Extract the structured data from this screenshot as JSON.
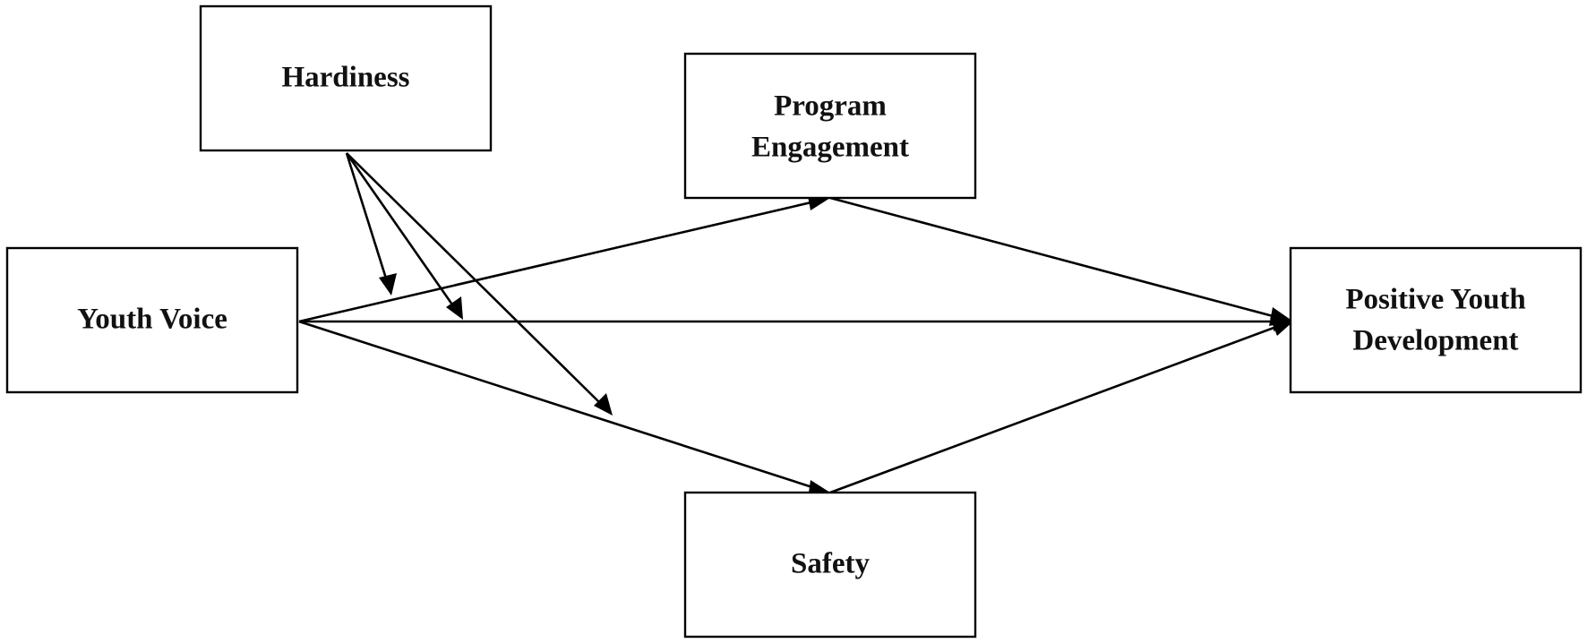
{
  "diagram": {
    "type": "path-model",
    "nodes": {
      "hardiness": {
        "label": "Hardiness"
      },
      "program_engagement": {
        "line1": "Program",
        "line2": "Engagement"
      },
      "youth_voice": {
        "label": "Youth Voice"
      },
      "positive_youth_development": {
        "line1": "Positive Youth",
        "line2": "Development"
      },
      "safety": {
        "label": "Safety"
      }
    },
    "edges": [
      {
        "from": "Youth Voice",
        "to": "Program Engagement",
        "kind": "path"
      },
      {
        "from": "Youth Voice",
        "to": "Positive Youth Development",
        "kind": "path"
      },
      {
        "from": "Youth Voice",
        "to": "Safety",
        "kind": "path"
      },
      {
        "from": "Program Engagement",
        "to": "Positive Youth Development",
        "kind": "path"
      },
      {
        "from": "Safety",
        "to": "Positive Youth Development",
        "kind": "path"
      },
      {
        "from": "Hardiness",
        "to": "Youth Voice → Program Engagement",
        "kind": "moderation"
      },
      {
        "from": "Hardiness",
        "to": "Youth Voice → Positive Youth Development",
        "kind": "moderation"
      },
      {
        "from": "Hardiness",
        "to": "Youth Voice → Safety",
        "kind": "moderation"
      }
    ],
    "colors": {
      "stroke": "#000000",
      "text": "#111111",
      "background": "#ffffff"
    }
  }
}
